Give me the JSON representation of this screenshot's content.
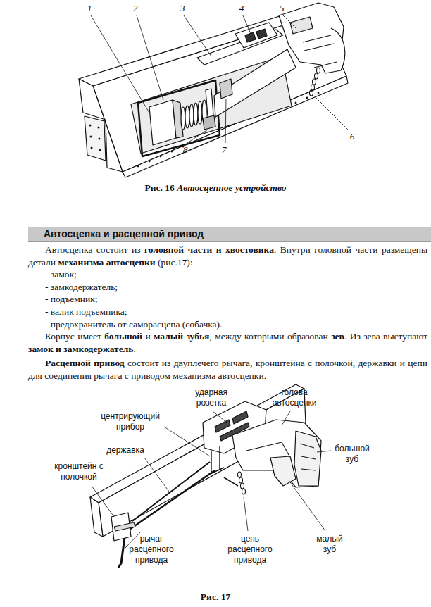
{
  "diagram": {
    "nodes": [
      {
        "text": [
          "Автосцепка и расцепной привод"
        ]
      }
    ],
    "labels": [
      "Рис. 16",
      "Автосцепное устройство",
      "1",
      "2",
      "3",
      "4",
      "5",
      "6",
      "7",
      "8",
      "Автосцепка состоит из",
      "головной части и хвостовика",
      ". Внутри головной части размещены детали",
      "механизма автосцепки",
      "(рис.17):",
      "- замок;",
      "- замкодержатель;",
      "- подъемник;",
      "- валик подъемника;",
      "- предохранитель от саморасцепа (собачка).",
      "Корпус имеет",
      "большой",
      "и",
      "малый зубья",
      ", между которыми образован",
      "зев",
      ". Из зева выступают",
      "замок и замкодержатель",
      ".",
      "Расцепной привод",
      "состоит из двуплечего рычага, кронштейна с полочкой, державки и цепи для соединения рычага с приводом механизма автосцепки.",
      "ударная розетка",
      "голова автосцепки",
      "центрирующий прибор",
      "державка",
      "большой зуб",
      "кронштейн с полочкой",
      "рычаг расцепного привода",
      "цепь расцепного привода",
      "малый зуб",
      "Рис. 17"
    ]
  }
}
